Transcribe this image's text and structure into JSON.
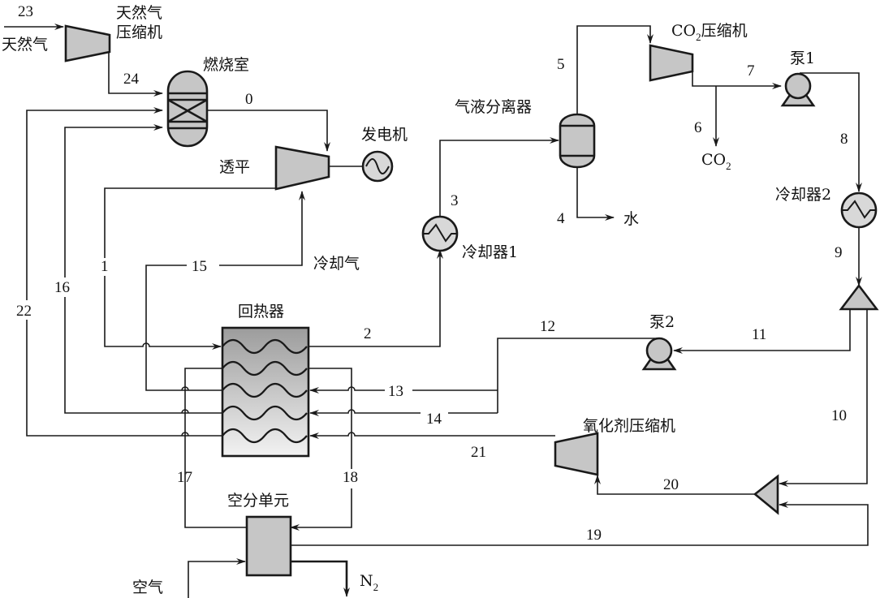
{
  "title": "Allam cycle process flow",
  "equipment": {
    "ng_compressor": "天然气压缩机",
    "ng_compressor_line1": "天然气",
    "ng_compressor_line2": "压缩机",
    "combustor": "燃烧室",
    "turbine": "透平",
    "generator": "发电机",
    "recuperator": "回热器",
    "cooler1": "冷却器1",
    "separator": "气液分离器",
    "co2_compressor_prefix": "CO",
    "co2_compressor_sub": "2",
    "co2_compressor_suffix": "压缩机",
    "pump1": "泵1",
    "cooler2": "冷却器2",
    "pump2": "泵2",
    "oxidant_compressor": "氧化剂压缩机",
    "asu": "空分单元",
    "cooling_gas": "冷却气"
  },
  "inputs_outputs": {
    "natural_gas": "天然气",
    "air": "空气",
    "water": "水",
    "co2_prefix": "CO",
    "co2_sub": "2",
    "n2_prefix": "N",
    "n2_sub": "2"
  },
  "streams": [
    "0",
    "1",
    "2",
    "3",
    "4",
    "5",
    "6",
    "7",
    "8",
    "9",
    "10",
    "11",
    "12",
    "13",
    "14",
    "15",
    "16",
    "17",
    "18",
    "19",
    "20",
    "21",
    "22",
    "23",
    "24"
  ],
  "colors": {
    "equipment_fill": "#c6c6c6",
    "line": "#1a1a1a",
    "recuperator_gradient_top": "#9c9c9c",
    "recuperator_gradient_bottom": "#f2f2f2"
  }
}
